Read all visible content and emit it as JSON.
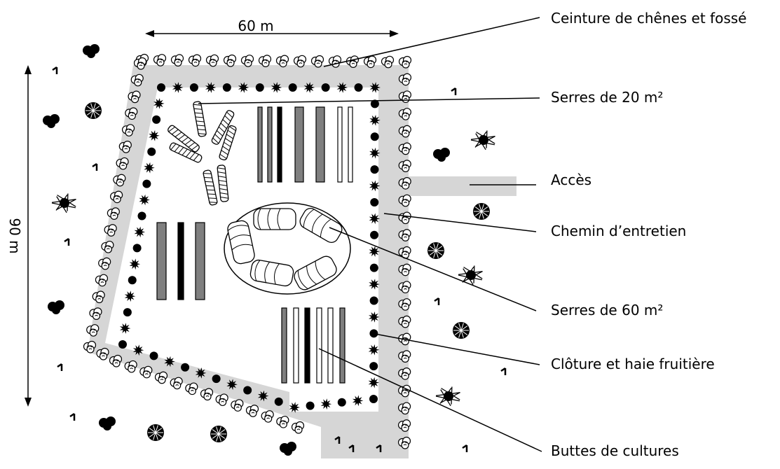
{
  "dimensions": {
    "width_label": "60 m",
    "height_label": "90 m"
  },
  "labels": {
    "belt": "Ceinture de chênes et fossé",
    "greenhouse_20": "Serres de 20 m²",
    "access": "Accès",
    "maintenance_path": "Chemin d’entretien",
    "greenhouse_60": "Serres de 60 m²",
    "fence_hedge": "Clôture et haie fruitière",
    "crop_mounds": "Buttes de cultures"
  },
  "colors": {
    "path": "#d6d6d6",
    "line": "#000000",
    "bed_grey": "#7f7f7f",
    "bed_black": "#000000",
    "bed_white": "#ffffff"
  }
}
